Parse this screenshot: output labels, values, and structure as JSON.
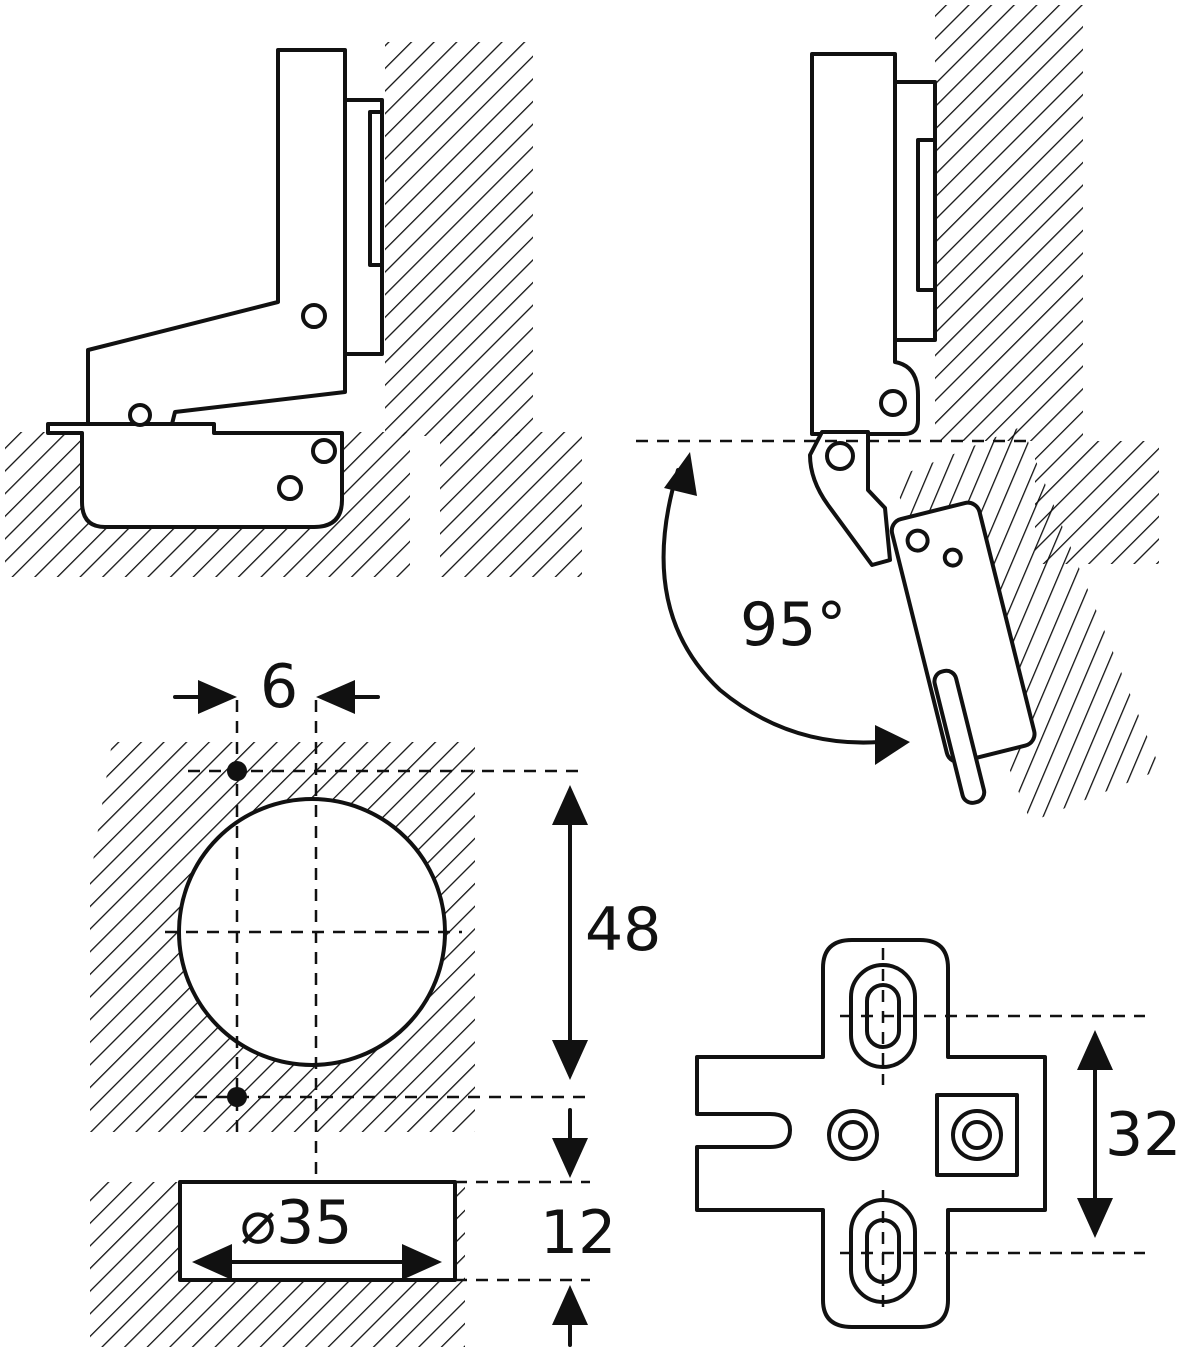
{
  "dimensions": {
    "offset": "6",
    "cup_spacing": "48",
    "cup_depth": "12",
    "cup_diameter": "⌀35",
    "plate_spacing": "32",
    "opening_angle": "95°"
  },
  "colors": {
    "ink": "#111111",
    "paper": "#ffffff"
  }
}
